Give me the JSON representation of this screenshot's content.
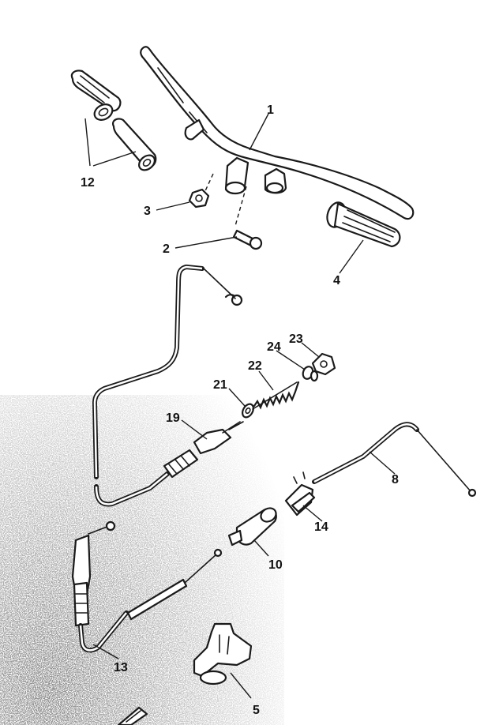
{
  "colors": {
    "line": "#1a1a1a",
    "paper": "#ffffff",
    "speckle": "#444444"
  },
  "callouts": {
    "c1": "1",
    "c2": "2",
    "c3": "3",
    "c4": "4",
    "c5": "5",
    "c8": "8",
    "c10": "10",
    "c12": "12",
    "c13": "13",
    "c14": "14",
    "c19": "19",
    "c21": "21",
    "c22": "22",
    "c23": "23",
    "c24": "24"
  }
}
